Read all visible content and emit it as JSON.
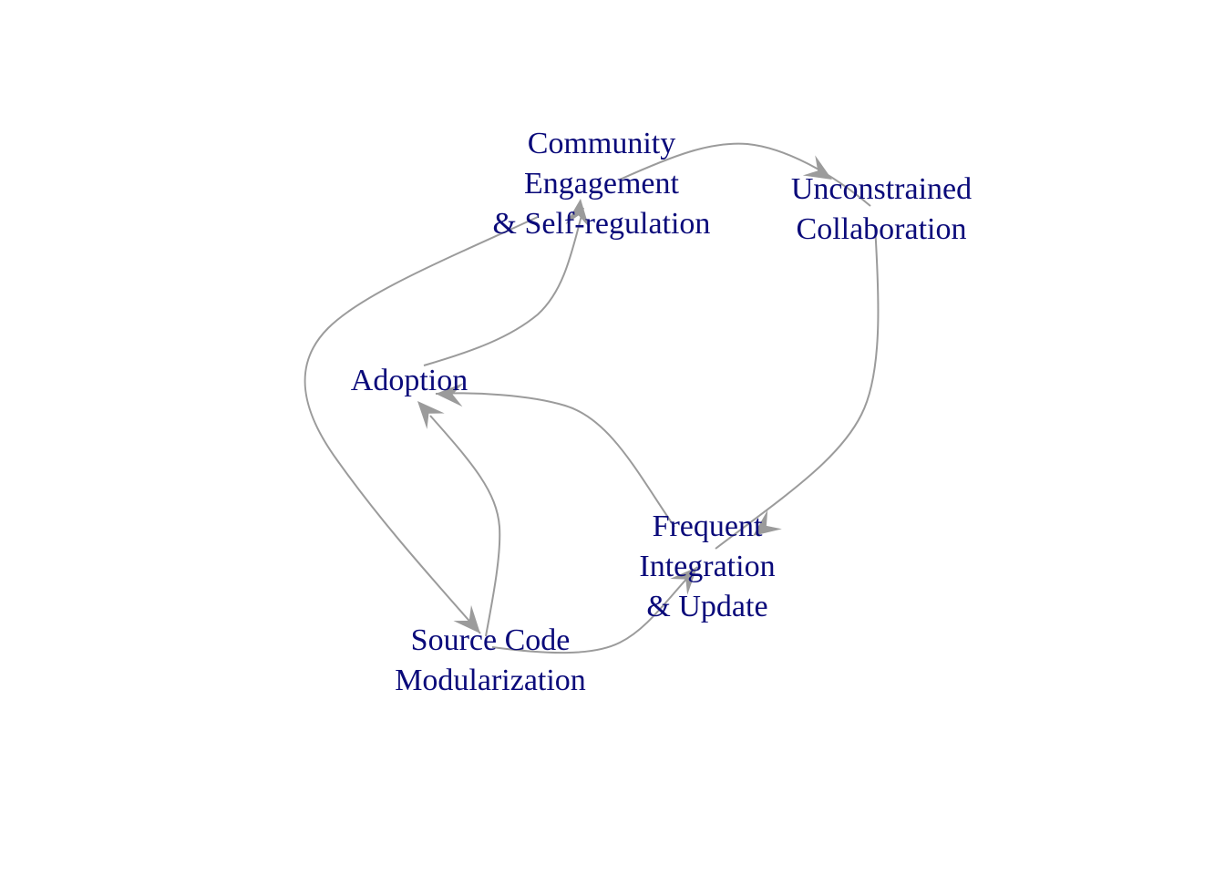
{
  "diagram": {
    "type": "directed-graph",
    "node_label_color": "#0a0a7a",
    "edge_color": "#9b9b9b",
    "nodes": [
      {
        "id": "community",
        "lines": [
          "Community",
          "Engagement",
          "& Self-regulation"
        ]
      },
      {
        "id": "collab",
        "lines": [
          "Unconstrained",
          "Collaboration"
        ]
      },
      {
        "id": "adoption",
        "lines": [
          "Adoption"
        ]
      },
      {
        "id": "frequent",
        "lines": [
          "Frequent",
          "Integration",
          "& Update"
        ]
      },
      {
        "id": "source",
        "lines": [
          "Source Code",
          "Modularization"
        ]
      }
    ],
    "edges": [
      {
        "from": "community",
        "to": "collab"
      },
      {
        "from": "collab",
        "to": "frequent"
      },
      {
        "from": "frequent",
        "to": "adoption"
      },
      {
        "from": "adoption",
        "to": "community"
      },
      {
        "from": "community",
        "to": "source"
      },
      {
        "from": "source",
        "to": "adoption"
      },
      {
        "from": "source",
        "to": "frequent"
      }
    ]
  }
}
